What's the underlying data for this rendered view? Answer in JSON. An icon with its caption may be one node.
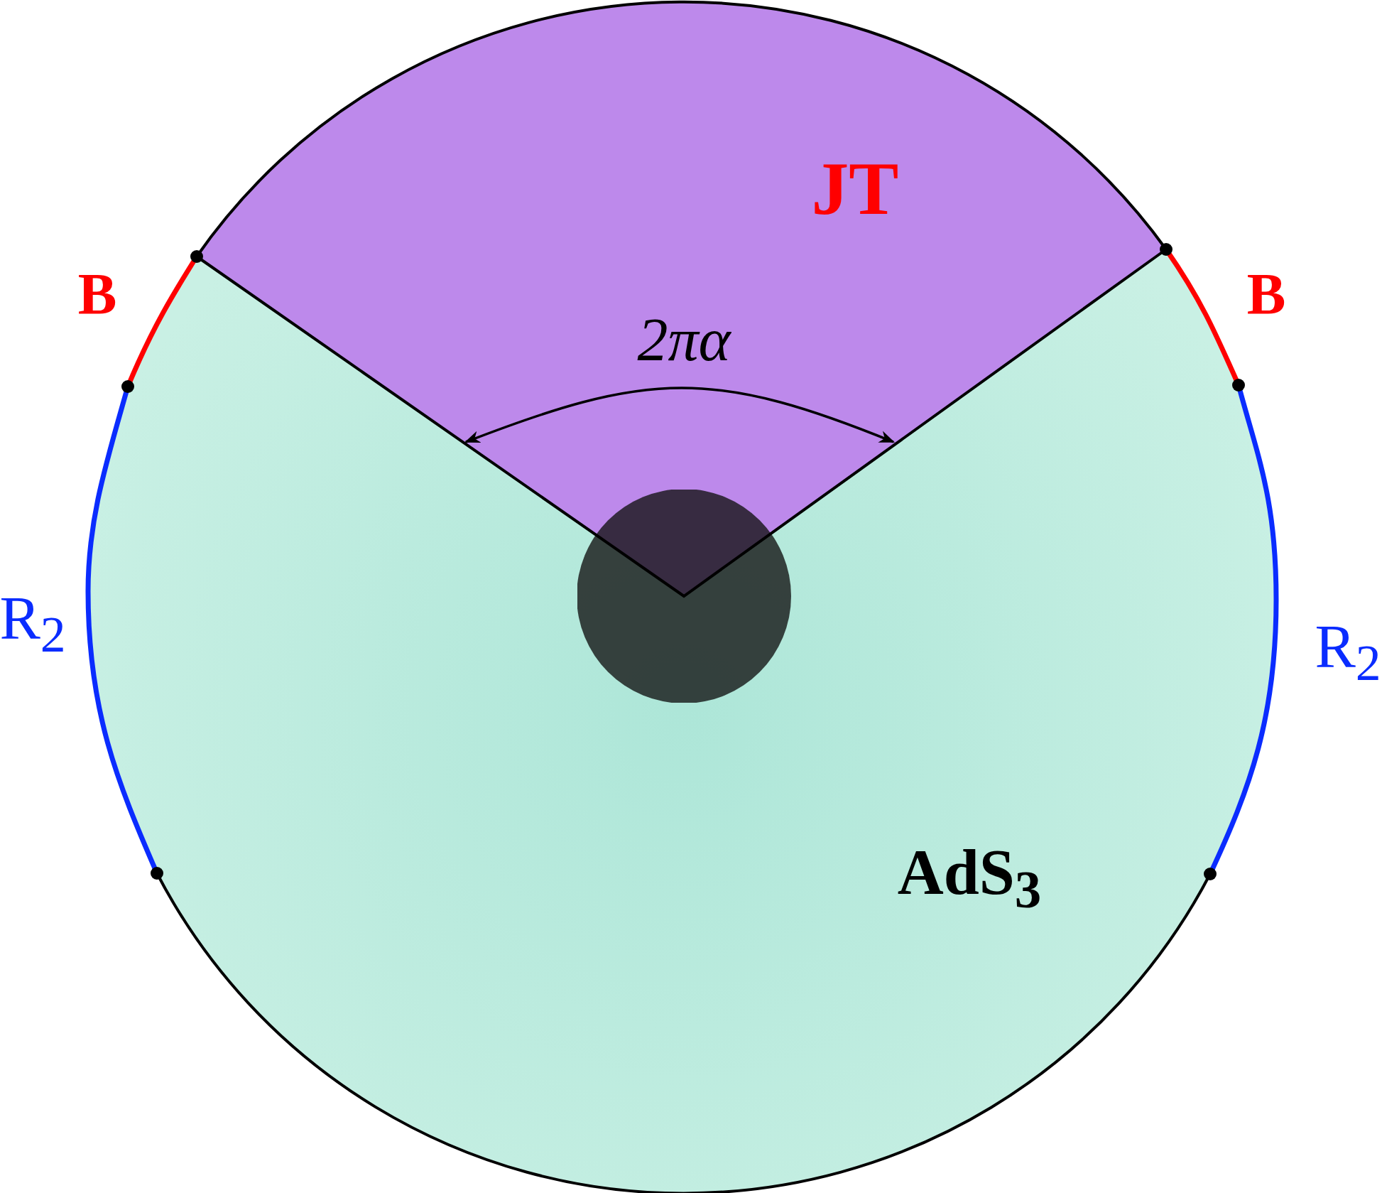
{
  "diagram": {
    "labels": [
      "JT",
      "B",
      "B",
      "2πα",
      "R$_{2}$",
      "R$_{2}$",
      "AdS$_{3}$"
    ]
  }
}
